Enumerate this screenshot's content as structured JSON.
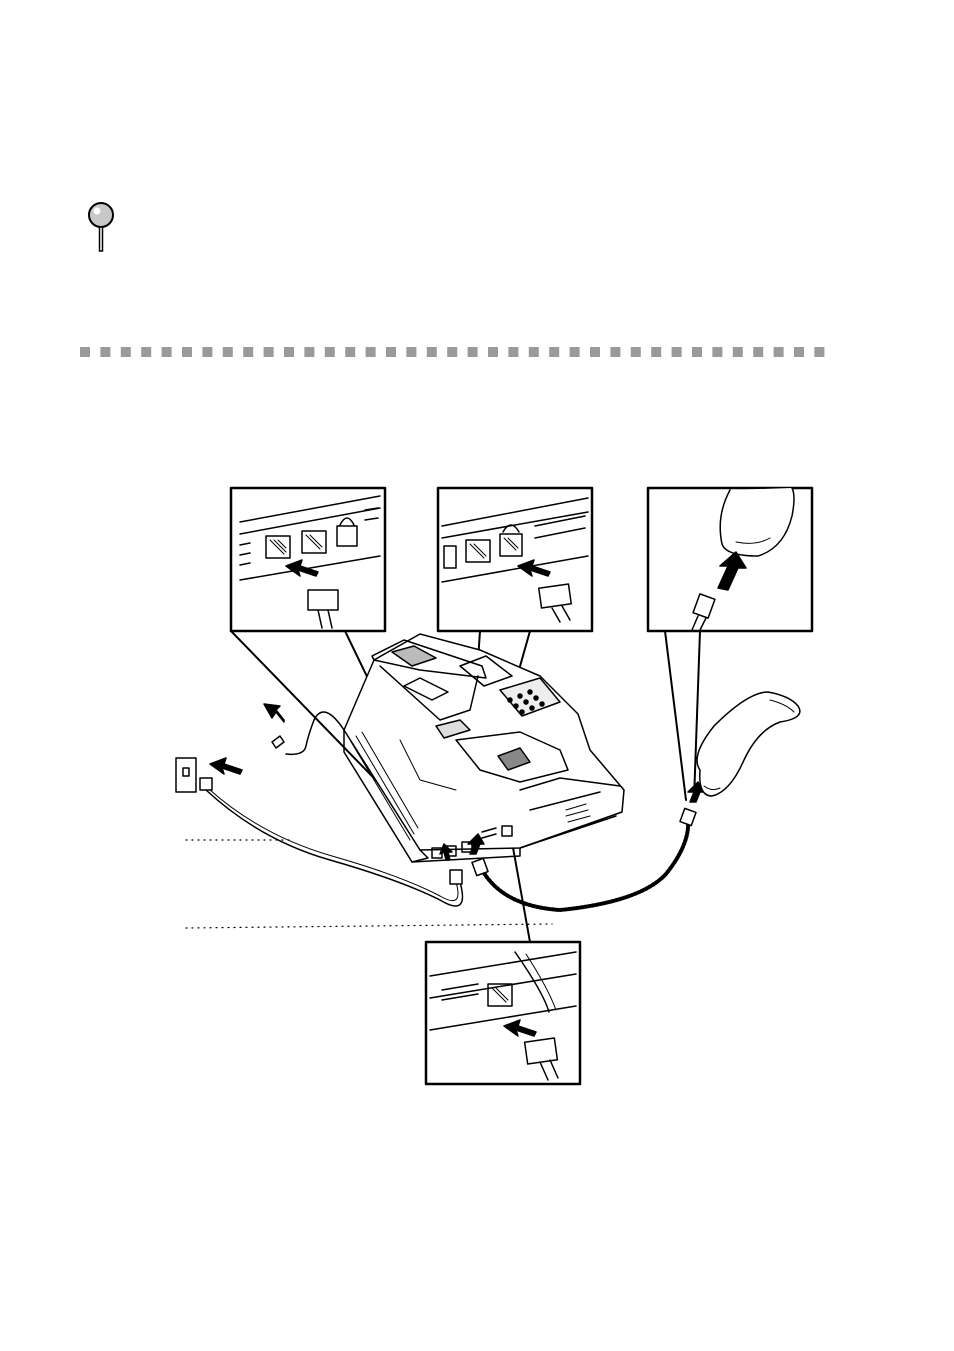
{
  "page": {
    "note_icon": "magnifier-tip-icon",
    "separator_style": "dotted-gray-squares",
    "colors": {
      "ink": "#000000",
      "separator": "#9a9a9a",
      "paper": "#ffffff"
    }
  },
  "figure": {
    "subject": "fax-machine-cable-connections",
    "callouts": [
      "line-jack",
      "handset-jack-left-panel",
      "handset-curl-cord",
      "ext-jack"
    ],
    "icons": [
      "wall-jack-icon",
      "power-plug-icon",
      "handset-icon",
      "modular-plug-icon",
      "push-arrow-icon"
    ]
  }
}
